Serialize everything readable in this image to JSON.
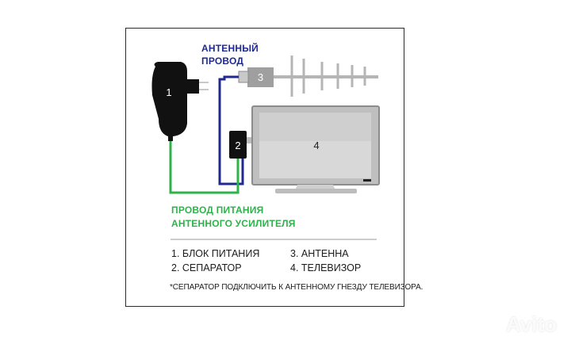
{
  "labels": {
    "antenna_wire_line1": "АНТЕННЫЙ",
    "antenna_wire_line2": "ПРОВОД",
    "power_wire_line1": "ПРОВОД ПИТАНИЯ",
    "power_wire_line2": "АНТЕННОГО УСИЛИТЕЛЯ"
  },
  "components": {
    "power_supply": "1",
    "separator": "2",
    "antenna": "3",
    "tv": "4"
  },
  "legend": {
    "item1": "1. БЛОК ПИТАНИЯ",
    "item2": "2. СЕПАРАТОР",
    "item3": "3. АНТЕННА",
    "item4": "4. ТЕЛЕВИЗОР"
  },
  "footnote": "*СЕПАРАТОР ПОДКЛЮЧИТЬ К АНТЕННОМУ ГНЕЗДУ ТЕЛЕВИЗОРА.",
  "watermark": "Avito",
  "colors": {
    "antenna_wire": "#1f2a8c",
    "power_wire": "#2db34a",
    "device_body": "#111111",
    "antenna_grey": "#a9a9a9"
  }
}
